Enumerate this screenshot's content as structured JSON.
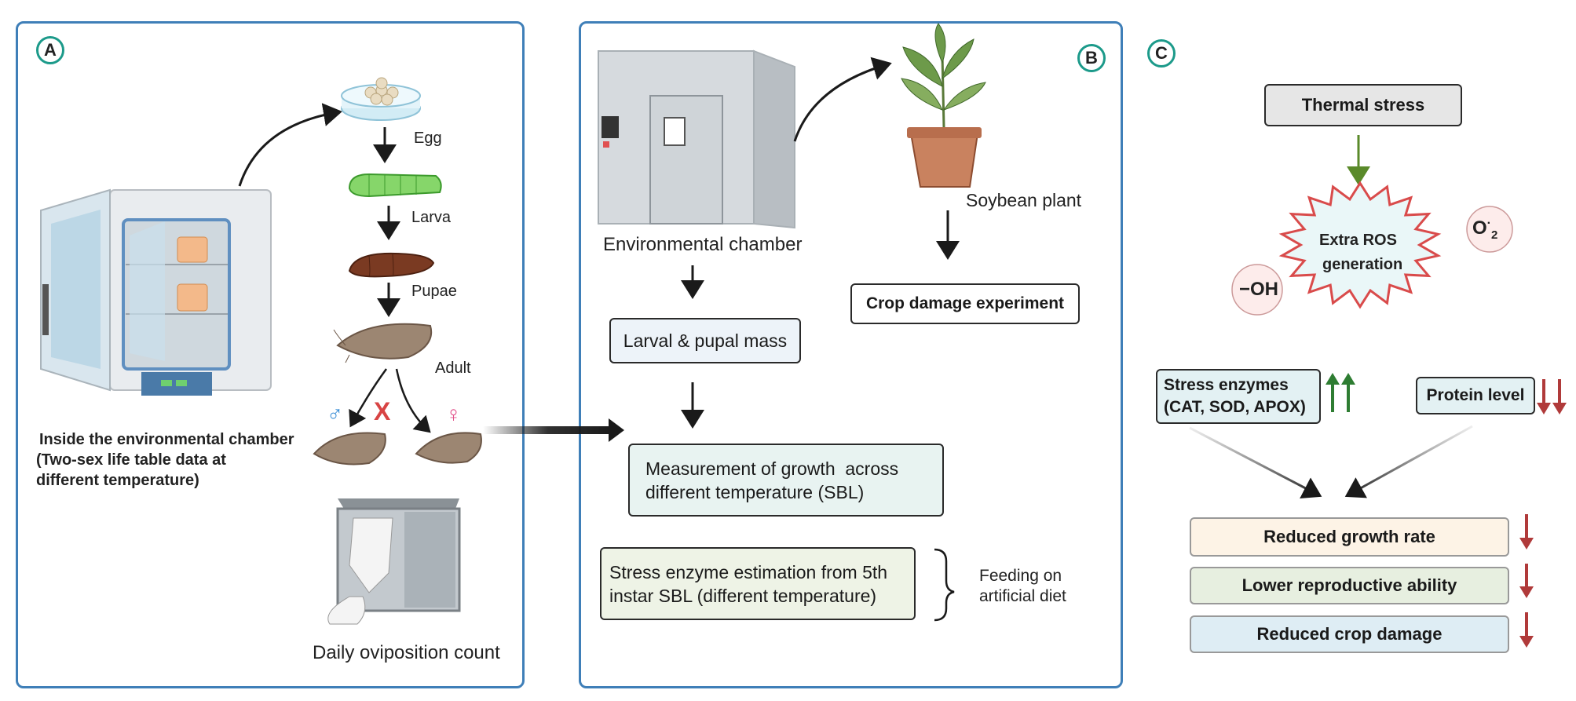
{
  "panel_a": {
    "label": "A",
    "stages": {
      "egg": "Egg",
      "larva": "Larva",
      "pupae": "Pupae",
      "adult": "Adult"
    },
    "male_symbol": "♂",
    "cross_symbol": "X",
    "female_symbol": "♀",
    "chamber_caption_lines": [
      "Inside the environmental chamber",
      "(Two-sex life table data at",
      "different temperature)"
    ],
    "oviposition_label": "Daily oviposition count"
  },
  "panel_b": {
    "label": "B",
    "environmental_chamber": "Environmental chamber",
    "soybean_plant": "Soybean plant",
    "crop_damage": "Crop damage experiment",
    "larval_pupal_mass": "Larval & pupal mass",
    "growth_lines": [
      "Measurement of growth  across",
      "different temperature (SBL)"
    ],
    "enzyme_lines": [
      "Stress enzyme estimation from 5th",
      "instar SBL (different temperature)"
    ],
    "feeding_lines": [
      "Feeding on",
      "artificial diet"
    ]
  },
  "panel_c": {
    "label": "C",
    "thermal_stress": "Thermal stress",
    "ros_lines": [
      "Extra ROS",
      "generation"
    ],
    "superoxide": "O",
    "superoxide_sup": "·",
    "superoxide_sub": "2",
    "hydroxyl": "−OH",
    "stress_enzymes_lines": [
      "Stress enzymes",
      "(CAT, SOD, APOX)"
    ],
    "protein_level": "Protein level",
    "outcomes": [
      "Reduced growth rate",
      "Lower reproductive ability",
      "Reduced crop damage"
    ]
  },
  "colors": {
    "panel_border": "#3f7fb8",
    "label_ring": "#1c9a8a",
    "up_arrow": "#2e7d32",
    "down_arrow": "#b03a3a",
    "box_growth": "#e8f3f1",
    "box_enzyme": "#eef3e6",
    "outcome_1": "#fdf3e6",
    "outcome_2": "#e7efe0",
    "outcome_3": "#deedf4"
  }
}
